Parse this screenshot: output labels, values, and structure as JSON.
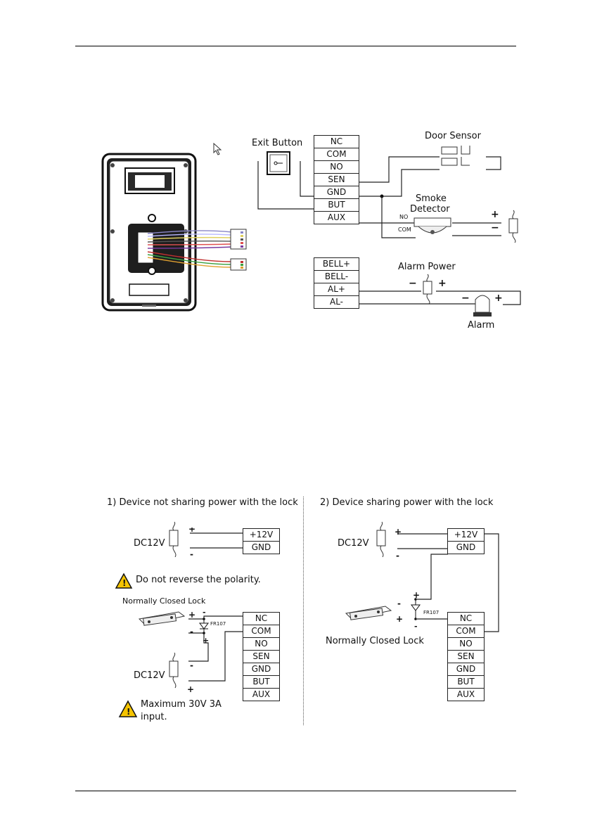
{
  "top_diagram": {
    "terminals_main": [
      "NC",
      "COM",
      "NO",
      "SEN",
      "GND",
      "BUT",
      "AUX"
    ],
    "terminals_alarm": [
      "BELL+",
      "BELL-",
      "AL+",
      "AL-"
    ],
    "labels": {
      "exit_button": "Exit Button",
      "door_sensor": "Door Sensor",
      "smoke_detector_1": "Smoke",
      "smoke_detector_2": "Detector",
      "smoke_no": "NO",
      "smoke_com": "COM",
      "alarm_power": "Alarm Power",
      "alarm": "Alarm",
      "plus": "+",
      "minus": "−"
    },
    "wire_colors": [
      "#8a86c8",
      "#b9b9ff",
      "#e0d060",
      "#555555",
      "#e05050",
      "#7a3aa0",
      "#c03030",
      "#3aa040",
      "#e0a030"
    ]
  },
  "lock_left": {
    "heading": "1) Device not sharing power with the lock",
    "dc_label_top": "DC12V",
    "dc_label_bottom": "DC12V",
    "power_terminals": [
      "+12V",
      "GND"
    ],
    "warning_polarity": "Do not reverse the polarity.",
    "lock_label": "Normally Closed Lock",
    "diode_label": "FR107",
    "terminals": [
      "NC",
      "COM",
      "NO",
      "SEN",
      "GND",
      "BUT",
      "AUX"
    ],
    "warning_max_1": "Maximum 30V 3A",
    "warning_max_2": "input."
  },
  "lock_right": {
    "heading": "2) Device sharing power with the lock",
    "dc_label": "DC12V",
    "power_terminals": [
      "+12V",
      "GND"
    ],
    "lock_label": "Normally Closed Lock",
    "diode_label": "FR107",
    "terminals": [
      "NC",
      "COM",
      "NO",
      "SEN",
      "GND",
      "BUT",
      "AUX"
    ]
  }
}
